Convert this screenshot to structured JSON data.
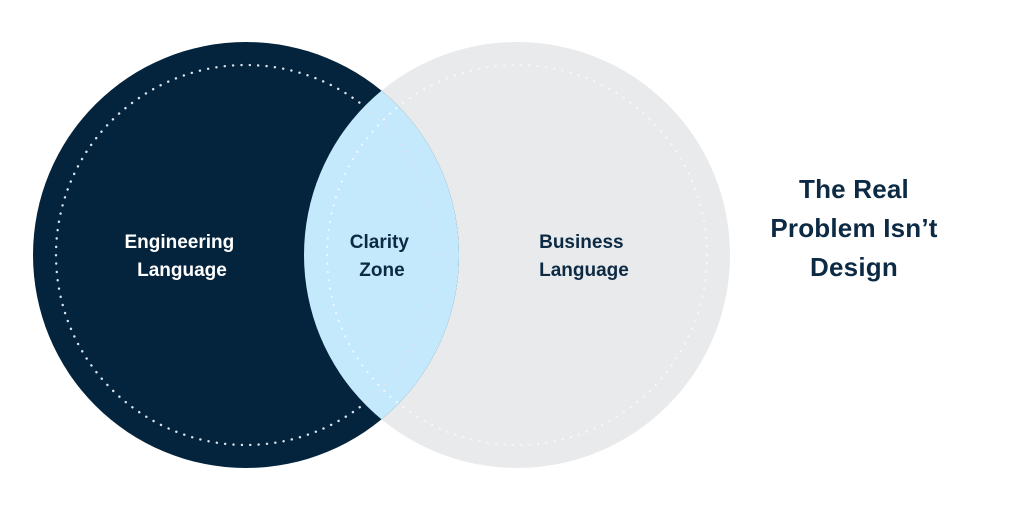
{
  "diagram": {
    "type": "venn",
    "sets": [
      {
        "id": "engineering",
        "label_lines": [
          "Engineering",
          "Language"
        ],
        "fill": "#04243d",
        "text_color": "#ffffff",
        "dot_color": "#d9e4ee"
      },
      {
        "id": "business",
        "label_lines": [
          "Business",
          "Language"
        ],
        "fill": "#e9eaec",
        "text_color": "#0d2a44",
        "dot_color": "#f6f7f8"
      }
    ],
    "intersection": {
      "label_lines": [
        "Clarity",
        "Zone"
      ],
      "fill": "#c4e9fd",
      "text_color": "#0d2a44",
      "dot_color": "#eef8ff"
    }
  },
  "title": {
    "lines": [
      "The Real",
      "Problem Isn’t",
      "Design"
    ]
  }
}
